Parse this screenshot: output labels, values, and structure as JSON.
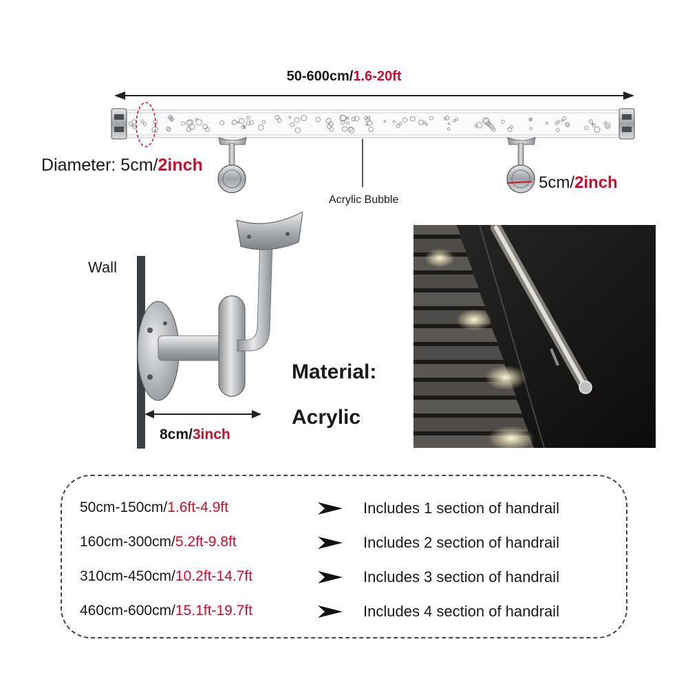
{
  "dimensions": {
    "length_black": "50-600cm/",
    "length_red": "1.6-20ft",
    "diameter_black": "Diameter: 5cm/",
    "diameter_red": "2inch",
    "bracket_black": "5cm/",
    "bracket_red": "2inch",
    "bubble_label": "Acrylic Bubble",
    "wall_label": "Wall",
    "depth_black": "8cm/",
    "depth_red": "3inch"
  },
  "material": {
    "label": "Material:",
    "value": "Acrylic"
  },
  "sections": [
    {
      "range_black": "50cm-150cm/",
      "range_red": "1.6ft-4.9ft",
      "desc": "Includes 1 section of handrail"
    },
    {
      "range_black": "160cm-300cm/",
      "range_red": "5.2ft-9.8ft",
      "desc": "Includes 2 section of handrail"
    },
    {
      "range_black": "310cm-450cm/",
      "range_red": "10.2ft-14.7ft",
      "desc": "Includes 3 section of handrail"
    },
    {
      "range_black": "460cm-600cm/",
      "range_red": "15.1ft-19.7ft",
      "desc": "Includes 4 section of handrail"
    }
  ],
  "colors": {
    "accent_red": "#c8102e",
    "text": "#1a1a1a",
    "steel": "#b9bcc0"
  }
}
